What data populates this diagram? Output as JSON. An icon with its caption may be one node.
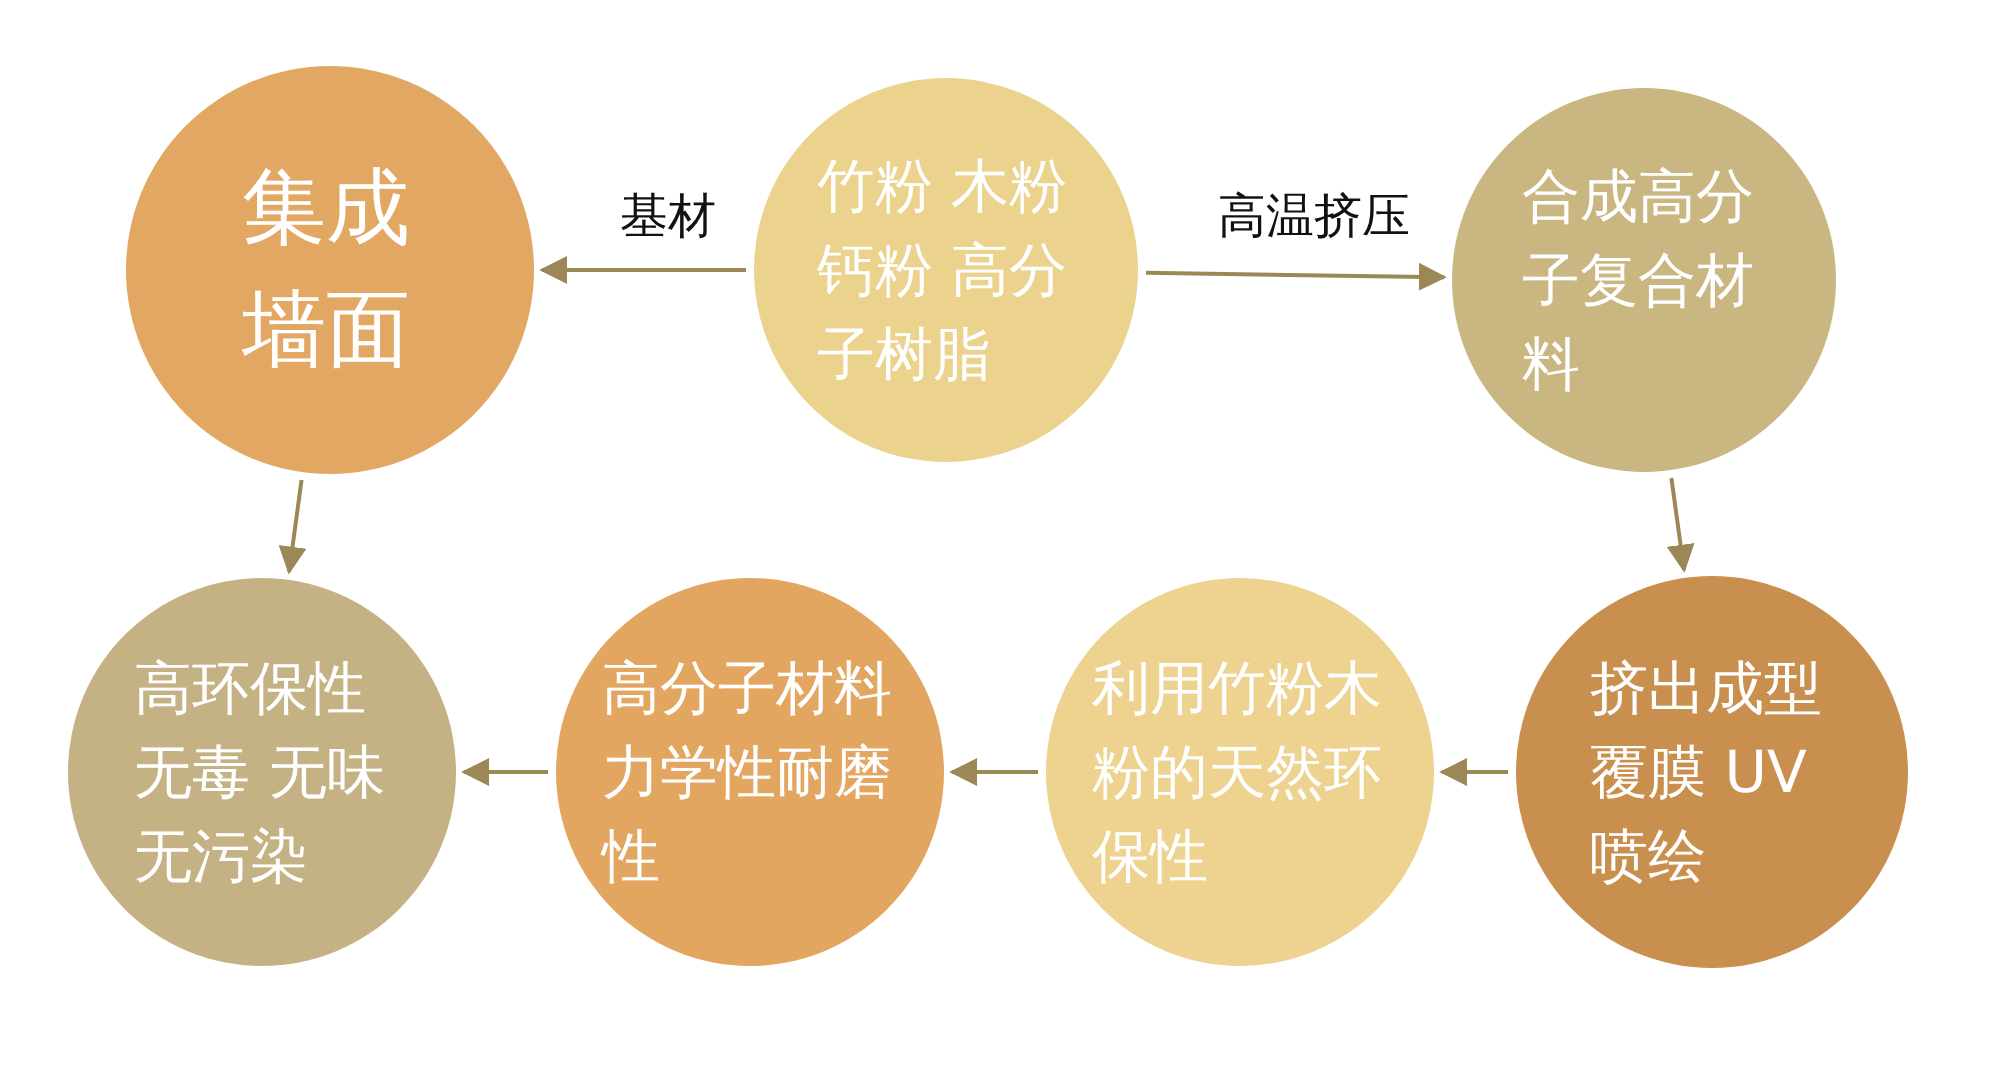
{
  "diagram": {
    "nodes": [
      {
        "text": [
          "集成墙面"
        ]
      },
      {
        "text": [
          "竹粉 木粉钙粉 高分子树脂"
        ]
      },
      {
        "text": [
          "合成高分子复合材料"
        ]
      },
      {
        "text": [
          "挤出成型覆膜 UV喷绘"
        ]
      },
      {
        "text": [
          "利用竹粉木粉的天然环保性"
        ]
      },
      {
        "text": [
          "高分子材料力学性耐磨性"
        ]
      },
      {
        "text": [
          "高环保性无毒 无味无污染"
        ]
      }
    ],
    "edges": [
      {
        "from": 1,
        "to": 0,
        "arrow": "to",
        "label": "基材"
      },
      {
        "from": 1,
        "to": 2,
        "arrow": "to",
        "label": "高温挤压"
      },
      {
        "from": 0,
        "to": 6,
        "arrow": "to"
      },
      {
        "from": 2,
        "to": 3,
        "arrow": "to"
      },
      {
        "from": 3,
        "to": 4,
        "arrow": "to"
      },
      {
        "from": 4,
        "to": 5,
        "arrow": "to"
      },
      {
        "from": 5,
        "to": 6,
        "arrow": "to"
      }
    ]
  }
}
